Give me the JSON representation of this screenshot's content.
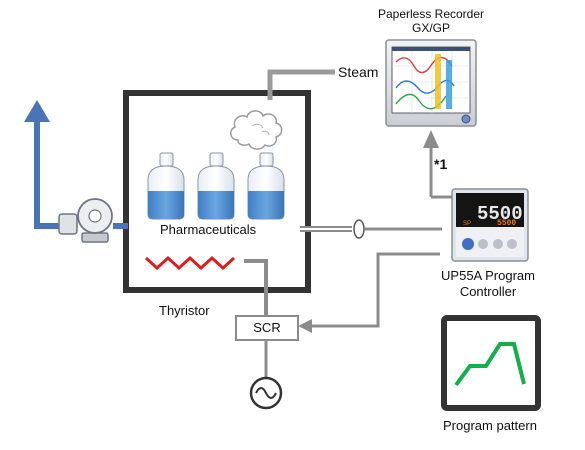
{
  "labels": {
    "recorder_line1": "Paperless Recorder",
    "recorder_line2": "GX/GP",
    "steam": "Steam",
    "pharmaceuticals": "Pharmaceuticals",
    "thyristor": "Thyristor",
    "scr": "SCR",
    "footnote": "*1",
    "controller_line1": "UP55A Program",
    "controller_line2": "Controller",
    "program_pattern": "Program pattern",
    "controller_pv": "5500",
    "controller_sp": "5500",
    "controller_sp_label": "SP"
  },
  "colors": {
    "chamber": "#333333",
    "pipe_blue": "#4a74b8",
    "pipe_blue_dark": "#2f5597",
    "connector": "#8c8c8c",
    "heater": "#e01b1b",
    "liquid": "#5b93cf",
    "pattern_line": "#12b04a",
    "display_pv": "#e8e8e8",
    "display_sp": "#f07a20"
  },
  "icons": {
    "supply": "ac-sine-source-icon",
    "pump": "pump-icon",
    "sensor": "temperature-probe-icon",
    "heater": "heater-coil-icon",
    "steam": "steam-cloud-icon"
  }
}
